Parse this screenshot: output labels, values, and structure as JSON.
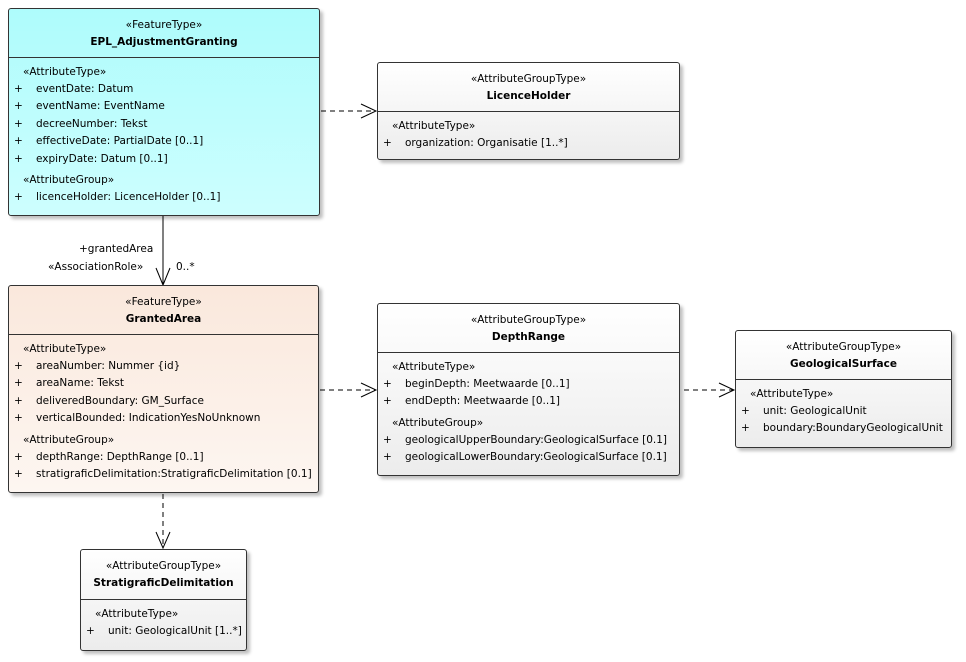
{
  "classes": {
    "epl": {
      "stereotype": "«FeatureType»",
      "name": "EPL_AdjustmentGranting",
      "color": "#bffefe",
      "sections": [
        {
          "stereotype": "«AttributeType»",
          "items": [
            {
              "vis": "+",
              "text": "eventDate: Datum"
            },
            {
              "vis": "+",
              "text": "eventName: EventName"
            },
            {
              "vis": "+",
              "text": "decreeNumber: Tekst"
            },
            {
              "vis": "+",
              "text": "effectiveDate: PartialDate [0..1]"
            },
            {
              "vis": "+",
              "text": "expiryDate: Datum [0..1]"
            }
          ]
        },
        {
          "stereotype": "«AttributeGroup»",
          "items": [
            {
              "vis": "+",
              "text": "licenceHolder: LicenceHolder [0..1]"
            }
          ]
        }
      ]
    },
    "lh": {
      "stereotype": "«AttributeGroupType»",
      "name": "LicenceHolder",
      "sections": [
        {
          "stereotype": "«AttributeType»",
          "items": [
            {
              "vis": "+",
              "text": "organization: Organisatie [1..*]"
            }
          ]
        }
      ]
    },
    "ga": {
      "stereotype": "«FeatureType»",
      "name": "GrantedArea",
      "color": "#fbece2",
      "sections": [
        {
          "stereotype": "«AttributeType»",
          "items": [
            {
              "vis": "+",
              "text": "areaNumber: Nummer {id}"
            },
            {
              "vis": "+",
              "text": "areaName: Tekst"
            },
            {
              "vis": "+",
              "text": "deliveredBoundary: GM_Surface"
            },
            {
              "vis": "+",
              "text": "verticalBounded: IndicationYesNoUnknown"
            }
          ]
        },
        {
          "stereotype": "«AttributeGroup»",
          "items": [
            {
              "vis": "+",
              "text": "depthRange: DepthRange [0..1]"
            },
            {
              "vis": "+",
              "text": "stratigraficDelimitation:StratigraficDelimitation [0.1]"
            }
          ]
        }
      ]
    },
    "dr": {
      "stereotype": "«AttributeGroupType»",
      "name": "DepthRange",
      "sections": [
        {
          "stereotype": "«AttributeType»",
          "items": [
            {
              "vis": "+",
              "text": "beginDepth: Meetwaarde [0..1]"
            },
            {
              "vis": "+",
              "text": "endDepth: Meetwaarde [0..1]"
            }
          ]
        },
        {
          "stereotype": "«AttributeGroup»",
          "items": [
            {
              "vis": "+",
              "text": "geologicalUpperBoundary:GeologicalSurface [0.1]"
            },
            {
              "vis": "+",
              "text": "geologicalLowerBoundary:GeologicalSurface [0.1]"
            }
          ]
        }
      ]
    },
    "gs": {
      "stereotype": "«AttributeGroupType»",
      "name": "GeologicalSurface",
      "sections": [
        {
          "stereotype": "«AttributeType»",
          "items": [
            {
              "vis": "+",
              "text": "unit: GeologicalUnit"
            },
            {
              "vis": "+",
              "text": "boundary:BoundaryGeologicalUnit"
            }
          ]
        }
      ]
    },
    "sd": {
      "stereotype": "«AttributeGroupType»",
      "name": "StratigraficDelimitation",
      "sections": [
        {
          "stereotype": "«AttributeType»",
          "items": [
            {
              "vis": "+",
              "text": "unit: GeologicalUnit [1..*]"
            }
          ]
        }
      ]
    }
  },
  "association": {
    "role": "+grantedArea",
    "role_stereotype": "«AssociationRole»",
    "multiplicity": "0..*"
  }
}
